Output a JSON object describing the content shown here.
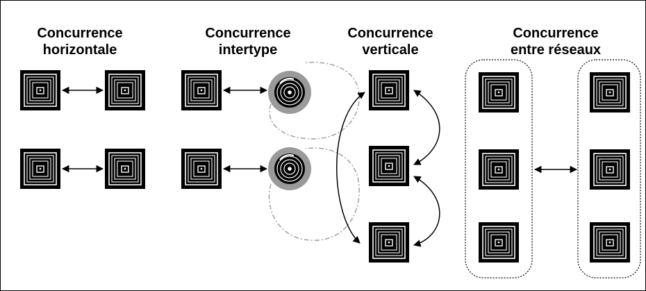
{
  "titles": [
    {
      "line1": "Concurrence",
      "line2": "horizontale"
    },
    {
      "line1": "Concurrence",
      "line2": "intertype"
    },
    {
      "line1": "Concurrence",
      "line2": "verticale"
    },
    {
      "line1": "Concurrence",
      "line2": "entre réseaux"
    }
  ],
  "colors": {
    "stroke": "#000000",
    "store_fill": "#000000",
    "store_line": "#ffffff",
    "circle_fill": "#9a9a9a",
    "dashed_gray": "#9a9a9a",
    "background": "#ffffff"
  },
  "icons": {
    "square_store": "square-store-icon",
    "circle_store": "circle-store-icon"
  }
}
